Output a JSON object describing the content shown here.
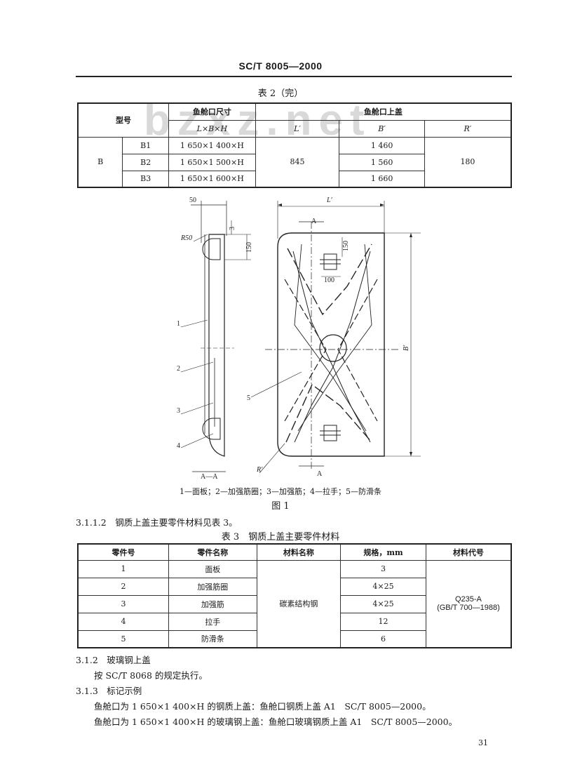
{
  "header": {
    "code": "SC/T 8005—2000"
  },
  "watermark": "bzxz.net",
  "table2": {
    "caption": "表 2（完）",
    "h_model": "型号",
    "h_hatch_size": "鱼舱口尺寸",
    "h_hatch_cover": "鱼舱口上盖",
    "h_lbh": "L×B×H",
    "h_l": "L′",
    "h_b": "B′",
    "h_r": "R′",
    "group": "B",
    "rows": [
      {
        "model": "B1",
        "size": "1 650×1 400×H",
        "b": "1 460"
      },
      {
        "model": "B2",
        "size": "1 650×1 500×H",
        "b": "1 560"
      },
      {
        "model": "B3",
        "size": "1 650×1 600×H",
        "b": "1 660"
      }
    ],
    "l_value": "845",
    "r_value": "180"
  },
  "figure": {
    "dim_50": "50",
    "dim_3": "3",
    "dim_150_left": "150",
    "r50": "R50",
    "callout_1": "1",
    "callout_2": "2",
    "callout_3": "3",
    "callout_4": "4",
    "callout_5": "5",
    "section_label": "A—A",
    "dim_l": "L′",
    "marker_a_top": "A",
    "marker_a_bottom": "A",
    "dim_150_right": "150",
    "dim_100": "100",
    "dim_b": "B′",
    "r_label": "R′",
    "legend": "1—面板；2—加强筋圈；3—加强筋；4—拉手；5—防滑条",
    "caption": "图 1"
  },
  "para_3112": "3.1.1.2　钢质上盖主要零件材料见表 3。",
  "table3": {
    "caption": "表 3　钢质上盖主要零件材料",
    "headers": [
      "零件号",
      "零件名称",
      "材料名称",
      "规格，mm",
      "材料代号"
    ],
    "rows": [
      {
        "no": "1",
        "name": "面板",
        "spec": "3"
      },
      {
        "no": "2",
        "name": "加强筋圈",
        "spec": "4×25"
      },
      {
        "no": "3",
        "name": "加强筋",
        "spec": "4×25"
      },
      {
        "no": "4",
        "name": "拉手",
        "spec": "12"
      },
      {
        "no": "5",
        "name": "防滑条",
        "spec": "6"
      }
    ],
    "material_name": "碳素结构钢",
    "material_code_1": "Q235-A",
    "material_code_2": "(GB/T 700—1988)"
  },
  "sec_312": "3.1.2　玻璃钢上盖",
  "sec_312_body": "按 SC/T 8068 的规定执行。",
  "sec_313": "3.1.3　标记示例",
  "example_1": "鱼舱口为 1 650×1 400×H 的钢质上盖：鱼舱口钢质上盖 A1　SC/T 8005—2000。",
  "example_2": "鱼舱口为 1 650×1 400×H 的玻璃钢上盖：鱼舱口玻璃钢质上盖 A1　SC/T 8005—2000。",
  "page_number": "31"
}
